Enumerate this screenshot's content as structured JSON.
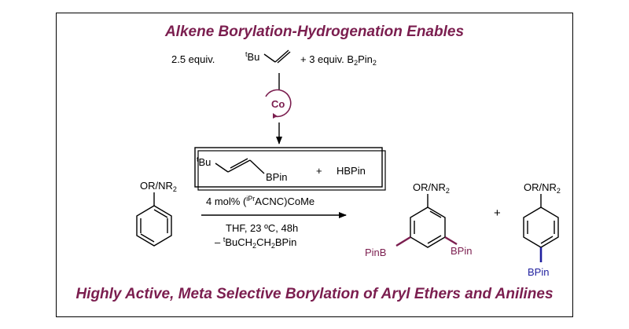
{
  "colors": {
    "accent": "#7b1e4f",
    "blue": "#1f1f9e",
    "ink": "#000000"
  },
  "titles": {
    "top": "Alkene Borylation-Hydrogenation Enables",
    "bottom": "Highly Active, Meta Selective Borylation of Aryl Ethers and Anilines"
  },
  "reagents": {
    "alkene_equiv": "2.5 equiv.",
    "alkene_tbu_sup": "t",
    "alkene_tbu": "Bu",
    "b2pin2_prefix": "+ 3 equiv. B",
    "b2pin2_sub": "2",
    "b2pin2_mid": "Pin",
    "b2pin2_sub2": "2",
    "catalyst_metal": "Co"
  },
  "box": {
    "tbu_sup": "t",
    "tbu": "Bu",
    "bpin": "BPin",
    "plus": "+",
    "hbpin": "HBPin"
  },
  "substrate": {
    "label": "OR/NR",
    "sub": "2"
  },
  "conditions": {
    "catalyst_prefix": "4 mol% (",
    "catalyst_sup": "iPr",
    "catalyst_suffix": "ACNC)CoMe",
    "solvent": "THF, 23 ºC, 48h",
    "byproduct_prefix": "– ",
    "byproduct_sup": "t",
    "byproduct_suffix": "BuCH",
    "byproduct_s1": "2",
    "byproduct_mid": "CH",
    "byproduct_s2": "2",
    "byproduct_end": "BPin"
  },
  "product_meta": {
    "label": "OR/NR",
    "sub": "2",
    "left_group": "PinB",
    "right_group": "BPin"
  },
  "plus_sign": "+",
  "product_para": {
    "label": "OR/NR",
    "sub": "2",
    "group": "BPin"
  }
}
